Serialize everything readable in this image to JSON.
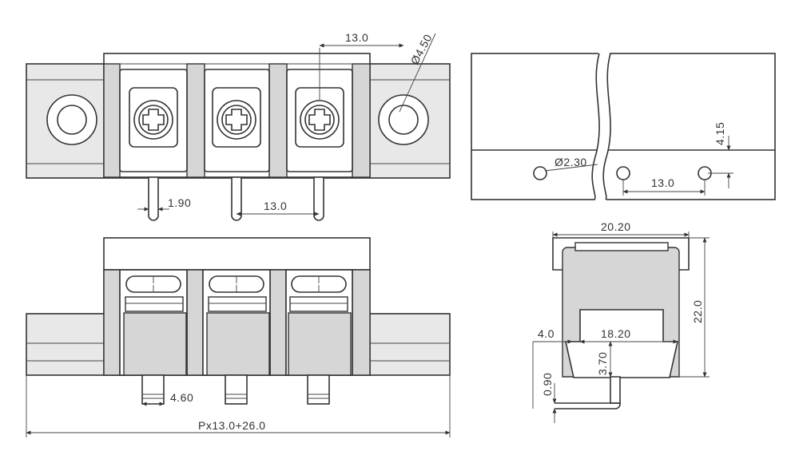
{
  "drawing": {
    "front_view": {
      "pitch_top": "13.0",
      "hole_diameter": "Ø4.50",
      "pin_width": "1.90",
      "pin_pitch": "13.0"
    },
    "side_view": {
      "hole_diameter": "Ø2.30",
      "offset": "4.15",
      "pitch": "13.0"
    },
    "bottom_view": {
      "pin_width": "4.60",
      "overall_length": "Px13.0+26.0"
    },
    "end_view": {
      "width_top": "20.20",
      "width_inner": "18.20",
      "height": "22.0",
      "left_offset": "4.0",
      "step_height": "3.70",
      "pin_thickness": "0.90"
    }
  }
}
